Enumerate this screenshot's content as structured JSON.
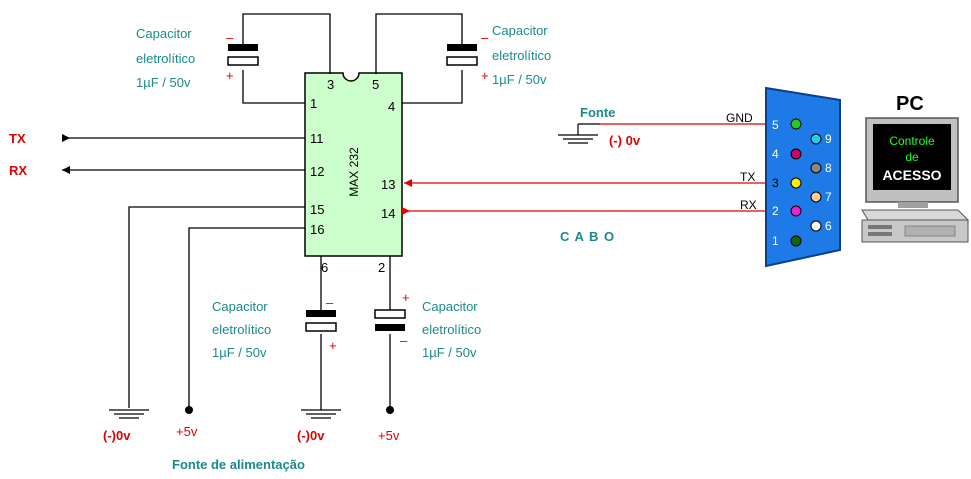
{
  "chip": {
    "label": "MAX 232",
    "pins": [
      "1",
      "2",
      "3",
      "4",
      "5",
      "6",
      "11",
      "12",
      "13",
      "14",
      "15",
      "16"
    ]
  },
  "capacitors": {
    "c1": {
      "line1": "Capacitor",
      "line2": "eletrolítico",
      "line3": "1µF / 50v",
      "minus": "–",
      "plus": "+"
    },
    "c2": {
      "line1": "Capacitor",
      "line2": "eletrolítico",
      "line3": "1µF / 50v",
      "minus": "–",
      "plus": "+"
    },
    "c3": {
      "line1": "Capacitor",
      "line2": "eletrolítico",
      "line3": "1µF / 50v",
      "minus": "–",
      "plus": "+"
    },
    "c4": {
      "line1": "Capacitor",
      "line2": "eletrolítico",
      "line3": "1µF / 50v",
      "minus": "–",
      "plus": "+"
    }
  },
  "signals": {
    "tx": "TX",
    "rx": "RX"
  },
  "fonte": {
    "label": "Fonte",
    "ground": "(-) 0v"
  },
  "cable": "C A B O",
  "connector": {
    "pins_left": [
      "5",
      "4",
      "3",
      "2",
      "1"
    ],
    "pins_right": [
      "9",
      "8",
      "7",
      "6"
    ],
    "labels": {
      "gnd": "GND",
      "tx": "TX",
      "rx": "RX"
    }
  },
  "pc": {
    "title": "PC",
    "screen_lines": [
      "Controle",
      "de",
      "ACESSO"
    ]
  },
  "power": {
    "ground1": "(-)0v",
    "vcc1": "+5v",
    "ground2": "(-)0v",
    "vcc2": "+5v",
    "caption": "Fonte de alimentação"
  },
  "colors": {
    "chip_fill": "#ccffcc",
    "connector_blue": "#1e7ae6",
    "wire_red": "#e00000",
    "label_teal": "#1a8a8a"
  }
}
